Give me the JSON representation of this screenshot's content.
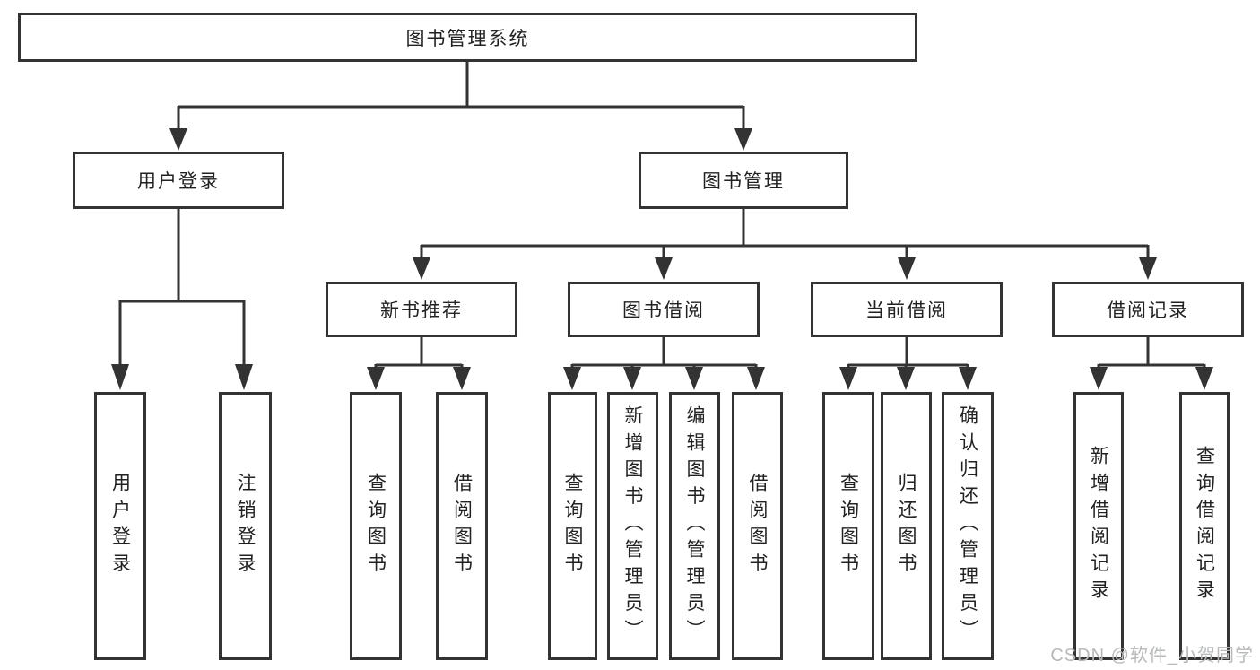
{
  "diagram": {
    "type": "hierarchy-tree",
    "root": {
      "label": "图书管理系统",
      "children": [
        {
          "label": "用户登录",
          "children": [
            {
              "label": "用户登录"
            },
            {
              "label": "注销登录"
            }
          ]
        },
        {
          "label": "图书管理",
          "children": [
            {
              "label": "新书推荐",
              "children": [
                {
                  "label": "查询图书"
                },
                {
                  "label": "借阅图书"
                }
              ]
            },
            {
              "label": "图书借阅",
              "children": [
                {
                  "label": "查询图书"
                },
                {
                  "label": "新增图书（管理员）"
                },
                {
                  "label": "编辑图书（管理员）"
                },
                {
                  "label": "借阅图书"
                }
              ]
            },
            {
              "label": "当前借阅",
              "children": [
                {
                  "label": "查询图书"
                },
                {
                  "label": "归还图书"
                },
                {
                  "label": "确认归还（管理员）"
                }
              ]
            },
            {
              "label": "借阅记录",
              "children": [
                {
                  "label": "新增借阅记录"
                },
                {
                  "label": "查询借阅记录"
                }
              ]
            }
          ]
        }
      ]
    }
  },
  "watermark": {
    "text": "CSDN @软件_小贺同学"
  },
  "colors": {
    "line": "#333333",
    "text": "#222222",
    "background": "#ffffff",
    "watermark": "#b7b9bb"
  }
}
